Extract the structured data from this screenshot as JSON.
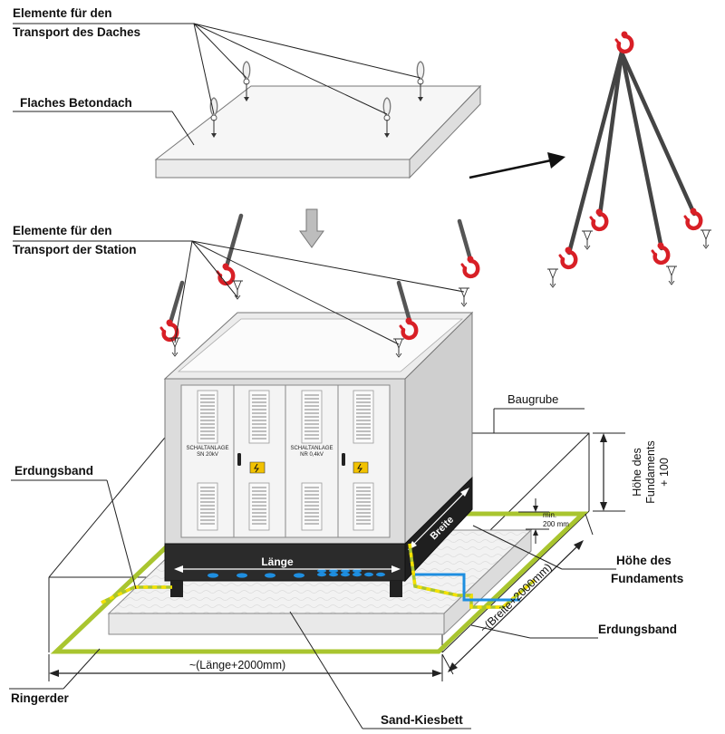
{
  "labels": {
    "roof_elements_line1": "Elemente für den",
    "roof_elements_line2": "Transport des Daches",
    "flat_roof": "Flaches Betondach",
    "station_elements_line1": "Elemente für den",
    "station_elements_line2": "Transport der Station",
    "baugrube": "Baugrube",
    "erdungsband_left": "Erdungsband",
    "hoehe_fund_100_line1": "Höhe des",
    "hoehe_fund_100_line2": "Fundaments",
    "hoehe_fund_100_line3": "+ 100",
    "min_line1": "min.",
    "min_line2": "200 mm",
    "hoehe_fund_line1": "Höhe des",
    "hoehe_fund_line2": "Fundaments",
    "laenge": "Länge",
    "breite": "Breite",
    "breite_dim": "~(Breite+2000mm)",
    "erdungsband_right": "Erdungsband",
    "laenge_dim": "~(Länge+2000mm)",
    "ringerder": "Ringerder",
    "sand_kiesbett": "Sand-Kiesbett",
    "panel_left_line1": "SCHALTANLAGE",
    "panel_left_line2": "SN 20kV",
    "panel_right_line1": "SCHALTANLAGE",
    "panel_right_line2": "NR 0,4kV"
  },
  "colors": {
    "hook_red": "#d81f26",
    "grounding_green": "#a9c52f",
    "grounding_yellow": "#f4e100",
    "cable_blue": "#1e8ee0",
    "station_dark": "#2b2b2b",
    "wall_gray": "#d4d4d4"
  }
}
